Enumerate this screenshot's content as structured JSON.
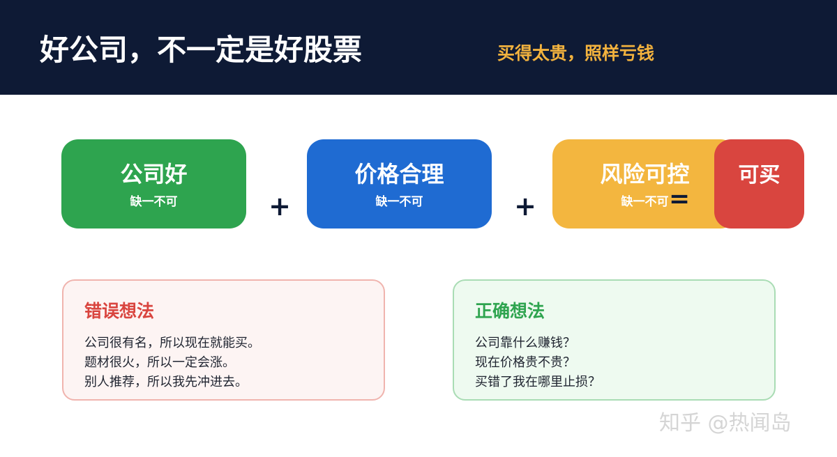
{
  "header": {
    "title": "好公司，不一定是好股票",
    "subtitle": "买得太贵，照样亏钱"
  },
  "formula": {
    "boxes": [
      {
        "label": "公司好",
        "sublabel": "缺一不可",
        "color": "#2ea44f"
      },
      {
        "label": "价格合理",
        "sublabel": "缺一不可",
        "color": "#1f6bd2"
      },
      {
        "label": "风险可控",
        "sublabel": "缺一不可",
        "color": "#f3b63f"
      }
    ],
    "result": {
      "label": "可买",
      "color": "#d9453f"
    },
    "plus": "+",
    "equals": "="
  },
  "wrong": {
    "title": "错误想法",
    "lines": [
      "公司很有名，所以现在就能买。",
      "题材很火，所以一定会涨。",
      "别人推荐，所以我先冲进去。"
    ]
  },
  "right": {
    "title": "正确想法",
    "lines": [
      "公司靠什么赚钱？",
      "现在价格贵不贵？",
      "买错了我在哪里止损？"
    ]
  },
  "watermark": "知乎 @热闻岛"
}
